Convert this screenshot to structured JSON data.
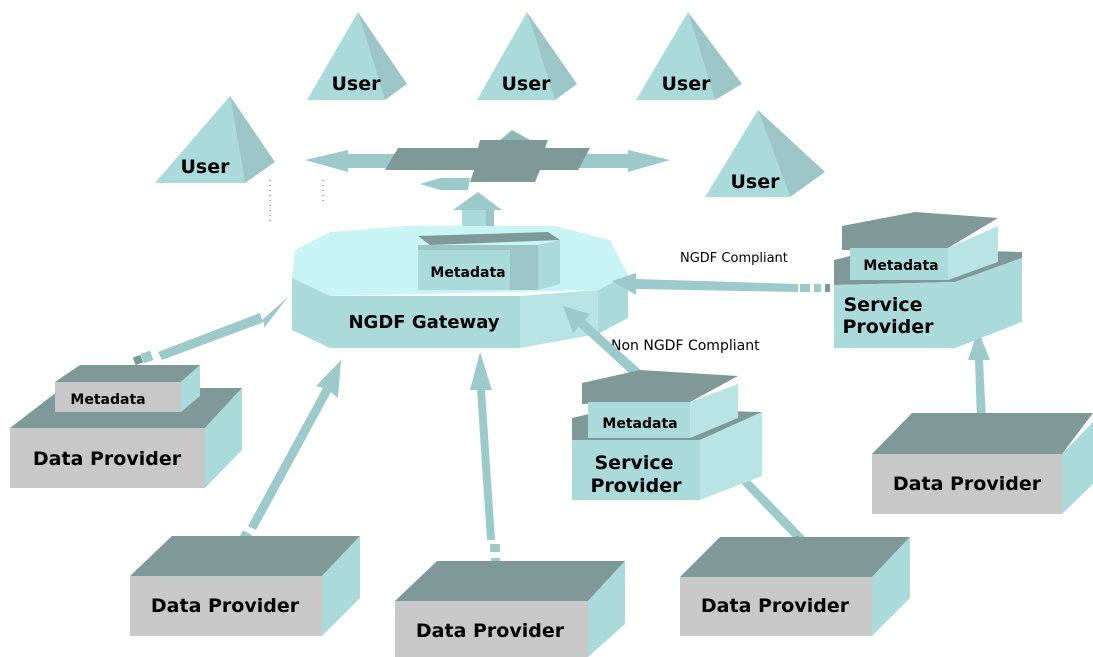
{
  "users": [
    {
      "label": "User"
    },
    {
      "label": "User"
    },
    {
      "label": "User"
    },
    {
      "label": "User"
    },
    {
      "label": "User"
    }
  ],
  "gateway": {
    "label": "NGDF Gateway",
    "metadata_label": "Metadata"
  },
  "connections": {
    "compliant_label": "NGDF Compliant",
    "non_compliant_label": "Non NGDF Compliant"
  },
  "service_providers": [
    {
      "label_line1": "Service",
      "label_line2": "Provider",
      "metadata_label": "Metadata"
    },
    {
      "label_line1": "Service",
      "label_line2": "Provider",
      "metadata_label": "Metadata"
    }
  ],
  "data_providers": [
    {
      "label": "Data Provider",
      "metadata_label": "Metadata"
    },
    {
      "label": "Data Provider"
    },
    {
      "label": "Data Provider"
    },
    {
      "label": "Data Provider"
    },
    {
      "label": "Data Provider"
    }
  ],
  "colors": {
    "box_top": "#7f9898",
    "box_front": "#c8c8c8",
    "box_side": "#aadada",
    "teal_light": "#aadada",
    "teal_mid": "#9cc6c6",
    "gateway_top": "#c8f4f4",
    "arrow": "#9ccaca",
    "arrow_dark": "#7f9898"
  }
}
